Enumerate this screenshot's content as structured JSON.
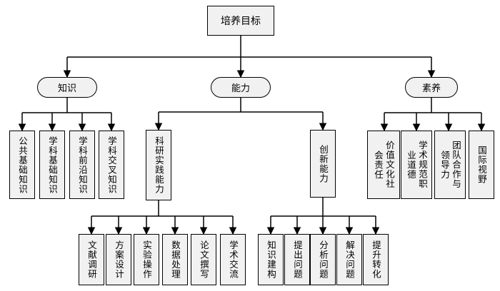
{
  "root": "培养目标",
  "categories": {
    "knowledge": "知识",
    "ability": "能力",
    "quality": "素养"
  },
  "knowledge_items": [
    "公共基础知识",
    "学科基础知识",
    "学科前沿知识",
    "学科交叉知识"
  ],
  "ability_groups": {
    "practice": "科研实践能力",
    "innovation": "创新能力"
  },
  "practice_items": [
    "文献调研",
    "方案设计",
    "实验操作",
    "数据处理",
    "论文撰写",
    "学术交流"
  ],
  "innovation_items": [
    "知识建构",
    "提出问题",
    "分析问题",
    "解决问题",
    "提升转化"
  ],
  "quality_items": [
    "价值文化社会责任",
    "学术规范职业道德",
    "团队合作与领导力",
    "国际视野"
  ]
}
